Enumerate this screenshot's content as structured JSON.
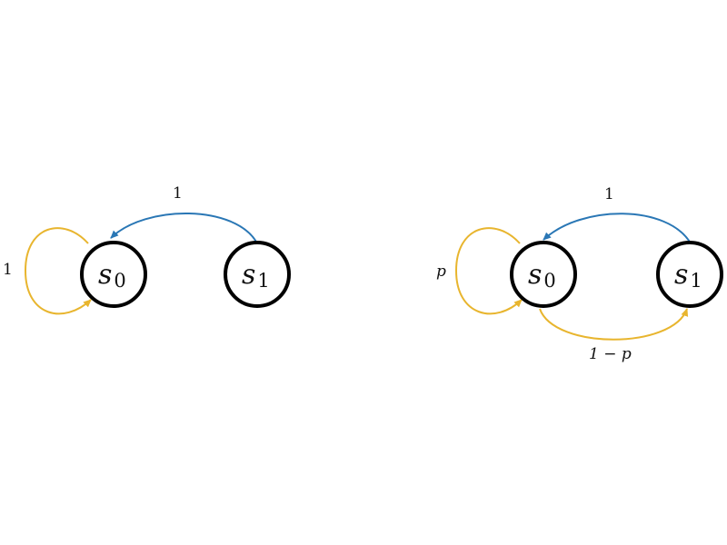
{
  "colors": {
    "self_loop": "#E8B52E",
    "return_edge": "#2A77B5",
    "forward_edge": "#E8B52E",
    "node_stroke": "#000000"
  },
  "left_diagram": {
    "states": [
      {
        "symbol": "s",
        "subscript": "0"
      },
      {
        "symbol": "s",
        "subscript": "1"
      }
    ],
    "self_loop_label": "1",
    "return_edge_label": "1"
  },
  "right_diagram": {
    "states": [
      {
        "symbol": "s",
        "subscript": "0"
      },
      {
        "symbol": "s",
        "subscript": "1"
      }
    ],
    "self_loop_label": "p",
    "return_edge_label": "1",
    "forward_edge_label": "1 − p"
  }
}
